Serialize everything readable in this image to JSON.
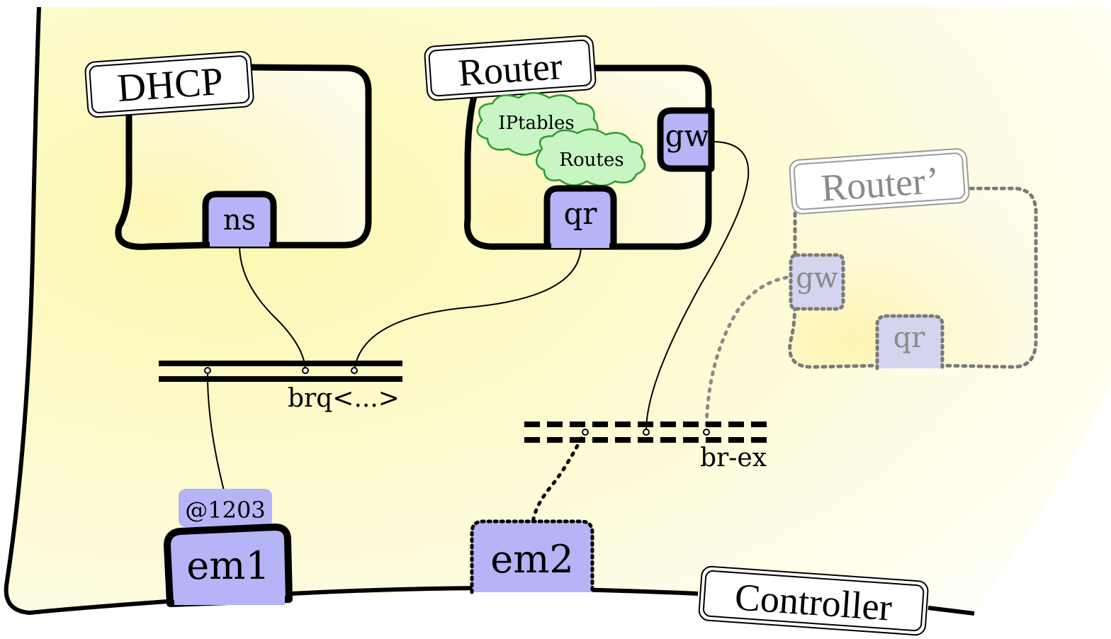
{
  "labels": {
    "dhcp": "DHCP",
    "router": "Router",
    "router_prime": "Router’",
    "controller": "Controller"
  },
  "ports": {
    "ns": "ns",
    "qr": "qr",
    "gw": "gw",
    "gw_prime": "gw",
    "qr_prime": "qr",
    "em1": "em1",
    "em2": "em2",
    "vlan": "@1203"
  },
  "clouds": {
    "iptables": "IPtables",
    "routes": "Routes"
  },
  "bridges": {
    "brq": "brq<...>",
    "br_ex": "br-ex"
  },
  "colors": {
    "port_fill": "#b4b4f6",
    "cloud_fill": "#c8f5c4",
    "cloud_stroke": "#2e9a2e",
    "region_fill": "#fdfad0",
    "region_highlight": "#fcf8b8",
    "ghost_stroke": "#8a8a8a"
  }
}
